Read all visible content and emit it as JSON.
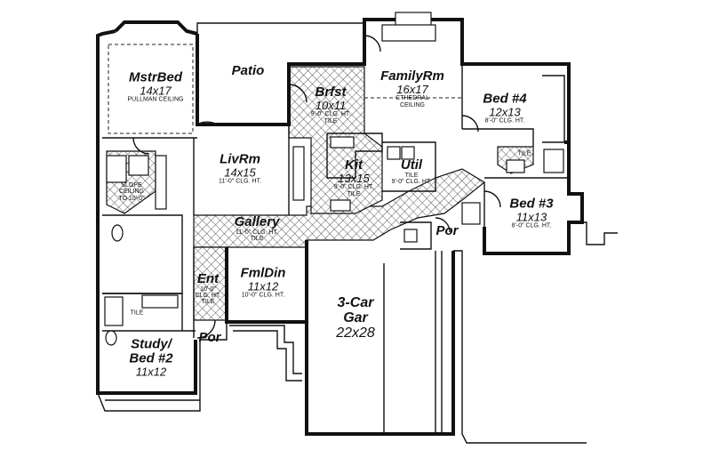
{
  "rooms": {
    "master": {
      "name": "MstrBed",
      "dim": "14x17",
      "note": "PULLMAN CEILING"
    },
    "patio": {
      "name": "Patio"
    },
    "brfst": {
      "name": "Brfst",
      "dim": "10x11",
      "note1": "9'-0\" CLG. HT.",
      "note2": "TILE"
    },
    "family": {
      "name": "FamilyRm",
      "dim": "16x17",
      "note1": "CTHEDRAL",
      "note2": "CEILING"
    },
    "bed4": {
      "name": "Bed #4",
      "dim": "12x13",
      "note": "8'-0\" CLG. HT."
    },
    "livrm": {
      "name": "LivRm",
      "dim": "14x15",
      "note": "11'-0\" CLG. HT."
    },
    "kit": {
      "name": "Kit",
      "dim": "13x15",
      "note1": "9'-0\" CLG. HT.",
      "note2": "TILE"
    },
    "util": {
      "name": "Util",
      "note1": "TILE",
      "note2": "9'-0\" CLG. HT."
    },
    "bed3": {
      "name": "Bed #3",
      "dim": "11x13",
      "note": "8'-0\" CLG. HT."
    },
    "slope": {
      "note1": "SLOPE",
      "note2": "CEILING",
      "note3": "TO 10'-0\""
    },
    "gallery": {
      "name": "Gallery",
      "note1": "11'-0\" CLG. HT.",
      "note2": "TILE"
    },
    "por_right": {
      "name": "Por"
    },
    "fmldin": {
      "name": "FmlDin",
      "dim": "11x12",
      "note": "10'-0\" CLG. HT."
    },
    "ent": {
      "name": "Ent",
      "note1": "10'-0\"",
      "note2": "CLG. HT.",
      "note3": "TILE"
    },
    "garage": {
      "name1": "3-Car",
      "name2": "Gar",
      "dim": "22x28"
    },
    "por_left": {
      "name": "Por"
    },
    "study": {
      "name1": "Study/",
      "name2": "Bed #2",
      "dim": "11x12"
    },
    "bath_tile": {
      "note": "TILE"
    },
    "bed_tile": {
      "note": "TILE"
    }
  }
}
